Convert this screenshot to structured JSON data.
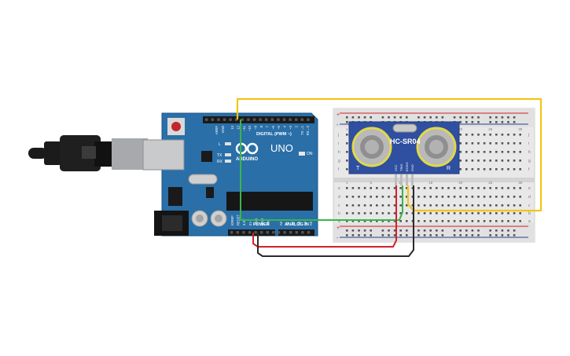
{
  "arduino": {
    "brand": "ARDUINO",
    "model": "UNO",
    "label_digital": "DIGITAL (PWM ~)",
    "label_power": "POWER",
    "label_analog": "ANALOG IN",
    "label_aref": "AREF",
    "label_gnd": "GND",
    "label_l": "L",
    "label_tx": "TX",
    "label_rx": "RX",
    "label_on": "ON",
    "digital_pins": [
      "13",
      "12",
      "~11",
      "~10",
      "~9",
      "8",
      "7",
      "~6",
      "~5",
      "4",
      "~3",
      "2",
      "TX→1",
      "RX←0"
    ],
    "power_pins": [
      "IOREF",
      "RESET",
      "3.3V",
      "5V",
      "GND",
      "GND",
      "Vin"
    ],
    "analog_pins": [
      "A0",
      "A1",
      "A2",
      "A3",
      "A4",
      "A5"
    ]
  },
  "breadboard": {
    "rail_plus": "+",
    "rail_minus": "-",
    "row_letters_top": [
      "j",
      "i",
      "h",
      "g",
      "f"
    ],
    "row_letters_bottom": [
      "e",
      "d",
      "c",
      "b",
      "a"
    ],
    "column_numbers": [
      "1",
      "5",
      "10",
      "15",
      "20",
      "25",
      "30"
    ]
  },
  "sensor": {
    "model": "HC-SR04",
    "label_t": "T",
    "label_r": "R",
    "pins": [
      "VCC",
      "TRIG",
      "ECHO",
      "GND"
    ]
  },
  "wires": {
    "yellow": "#f2c518",
    "green": "#3bb54a",
    "red": "#d4202a",
    "black": "#2a2a2a"
  },
  "colors": {
    "board_blue": "#2a6fa8",
    "sensor_blue": "#2f4fa0",
    "breadboard": "#e8e8e8"
  }
}
